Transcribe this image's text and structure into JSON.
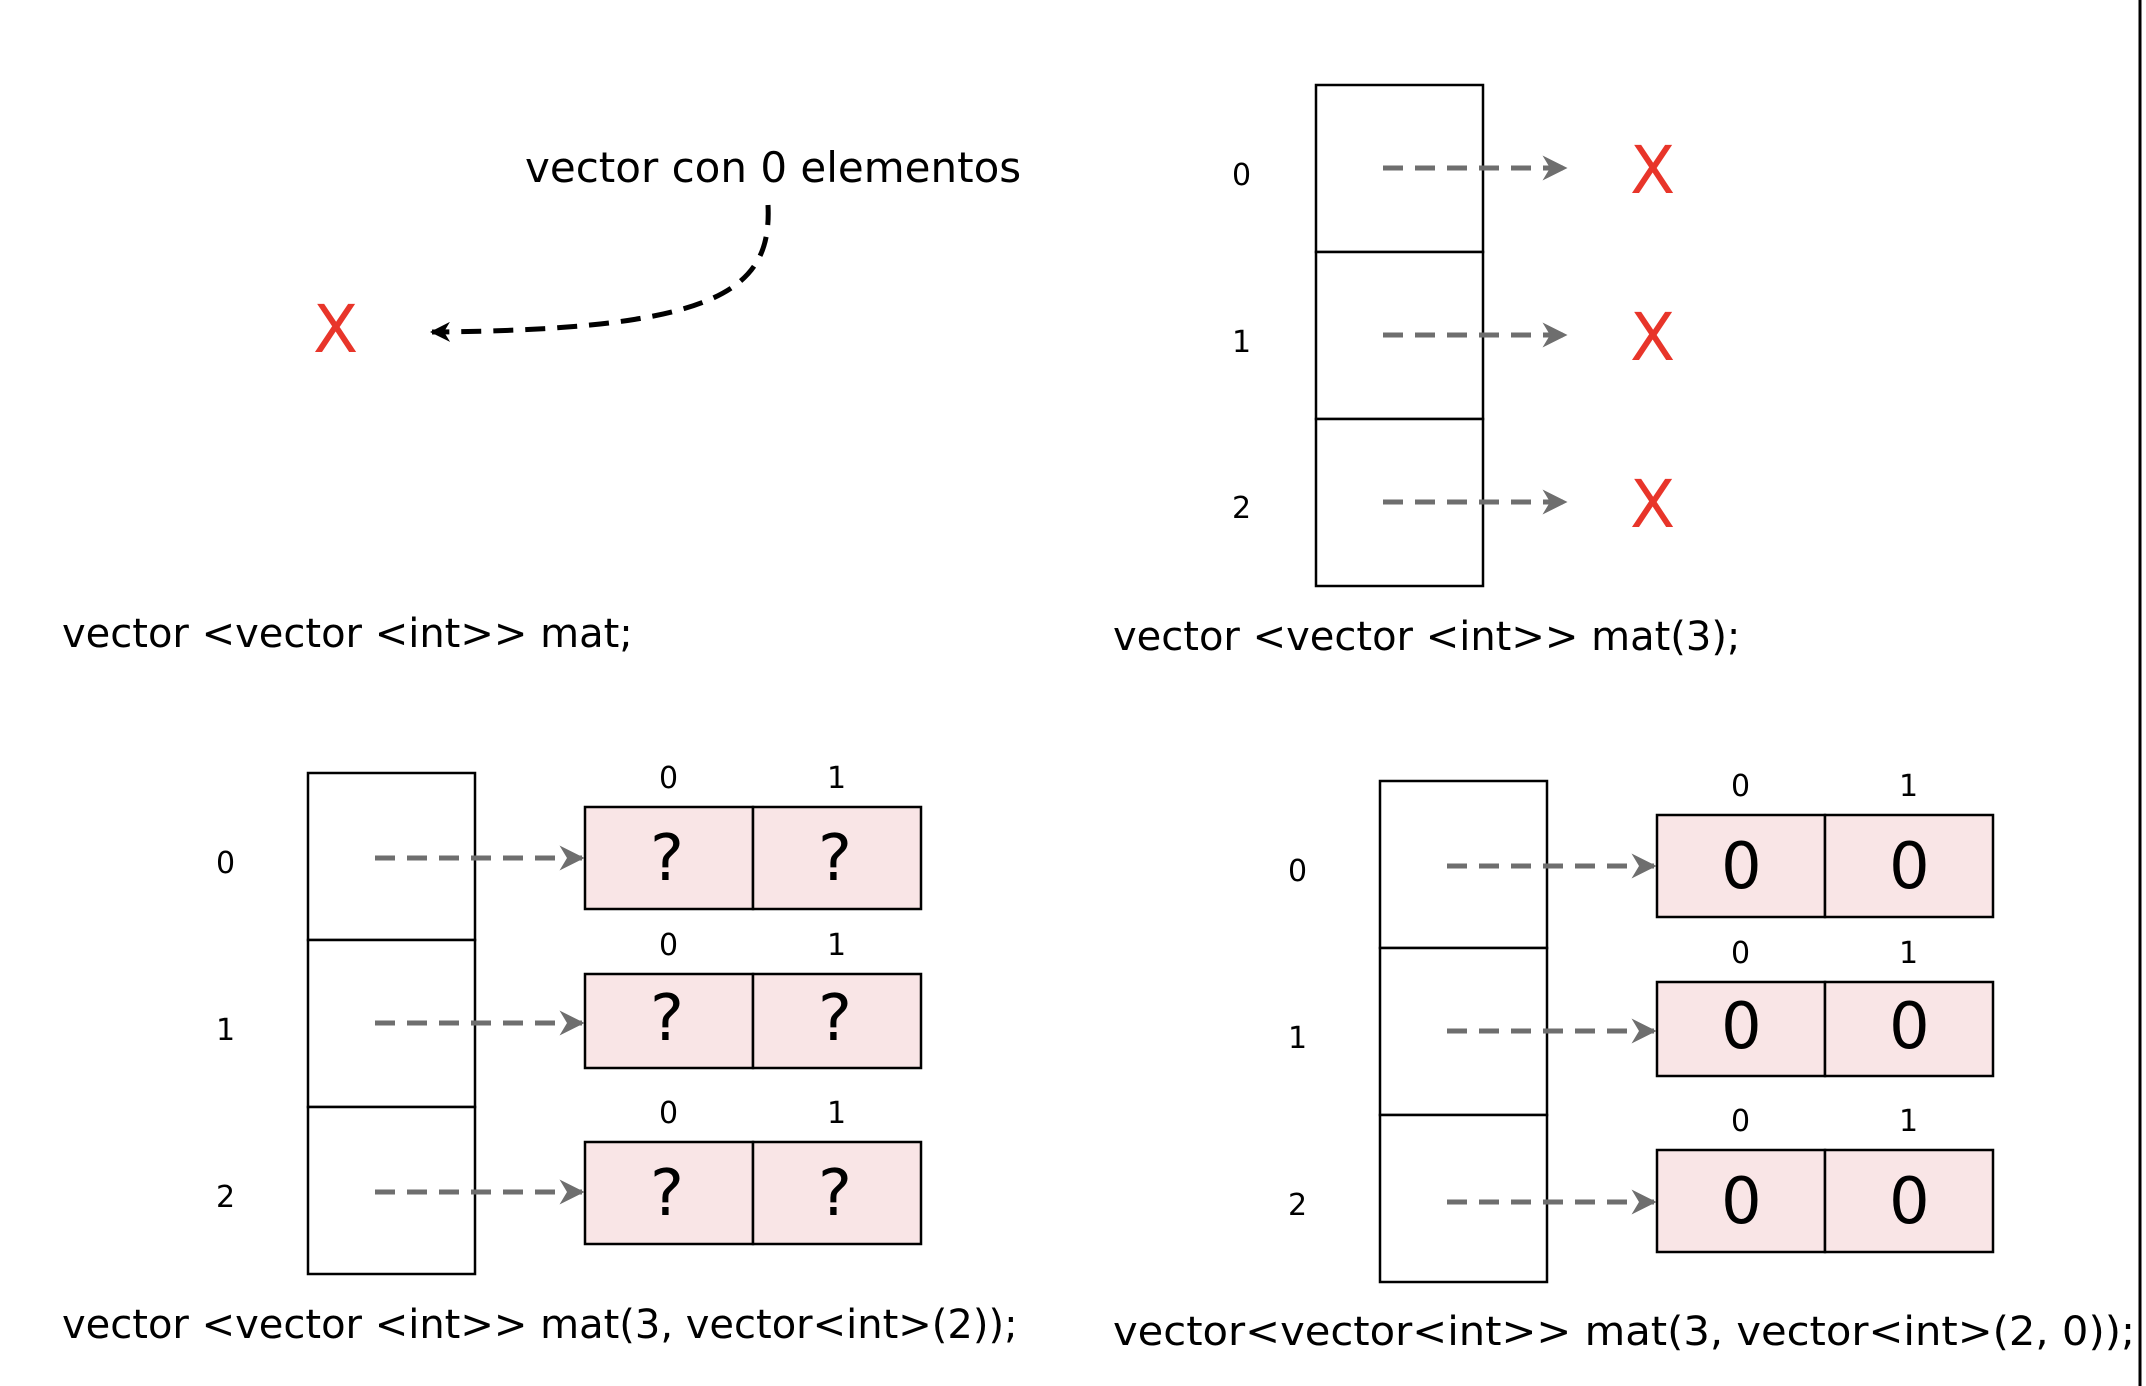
{
  "panel_empty": {
    "annotation": "vector con 0 elementos",
    "null_mark": "X",
    "code": "vector <vector <int>> mat;"
  },
  "panel_rows": {
    "row_indices": [
      "0",
      "1",
      "2"
    ],
    "null_mark": "X",
    "code": "vector <vector <int>> mat(3);"
  },
  "panel_uninit": {
    "row_indices": [
      "0",
      "1",
      "2"
    ],
    "col_indices": [
      "0",
      "1"
    ],
    "cell_value": "?",
    "code": "vector <vector <int>> mat(3, vector<int>(2));"
  },
  "panel_zero": {
    "row_indices": [
      "0",
      "1",
      "2"
    ],
    "col_indices": [
      "0",
      "1"
    ],
    "cell_value": "0",
    "code": "vector<vector<int>> mat(3, vector<int>(2, 0));"
  },
  "colors": {
    "null_mark": "#e8352a",
    "cell_fill": "#f9e5e6",
    "pointer": "#6e6e6e"
  }
}
